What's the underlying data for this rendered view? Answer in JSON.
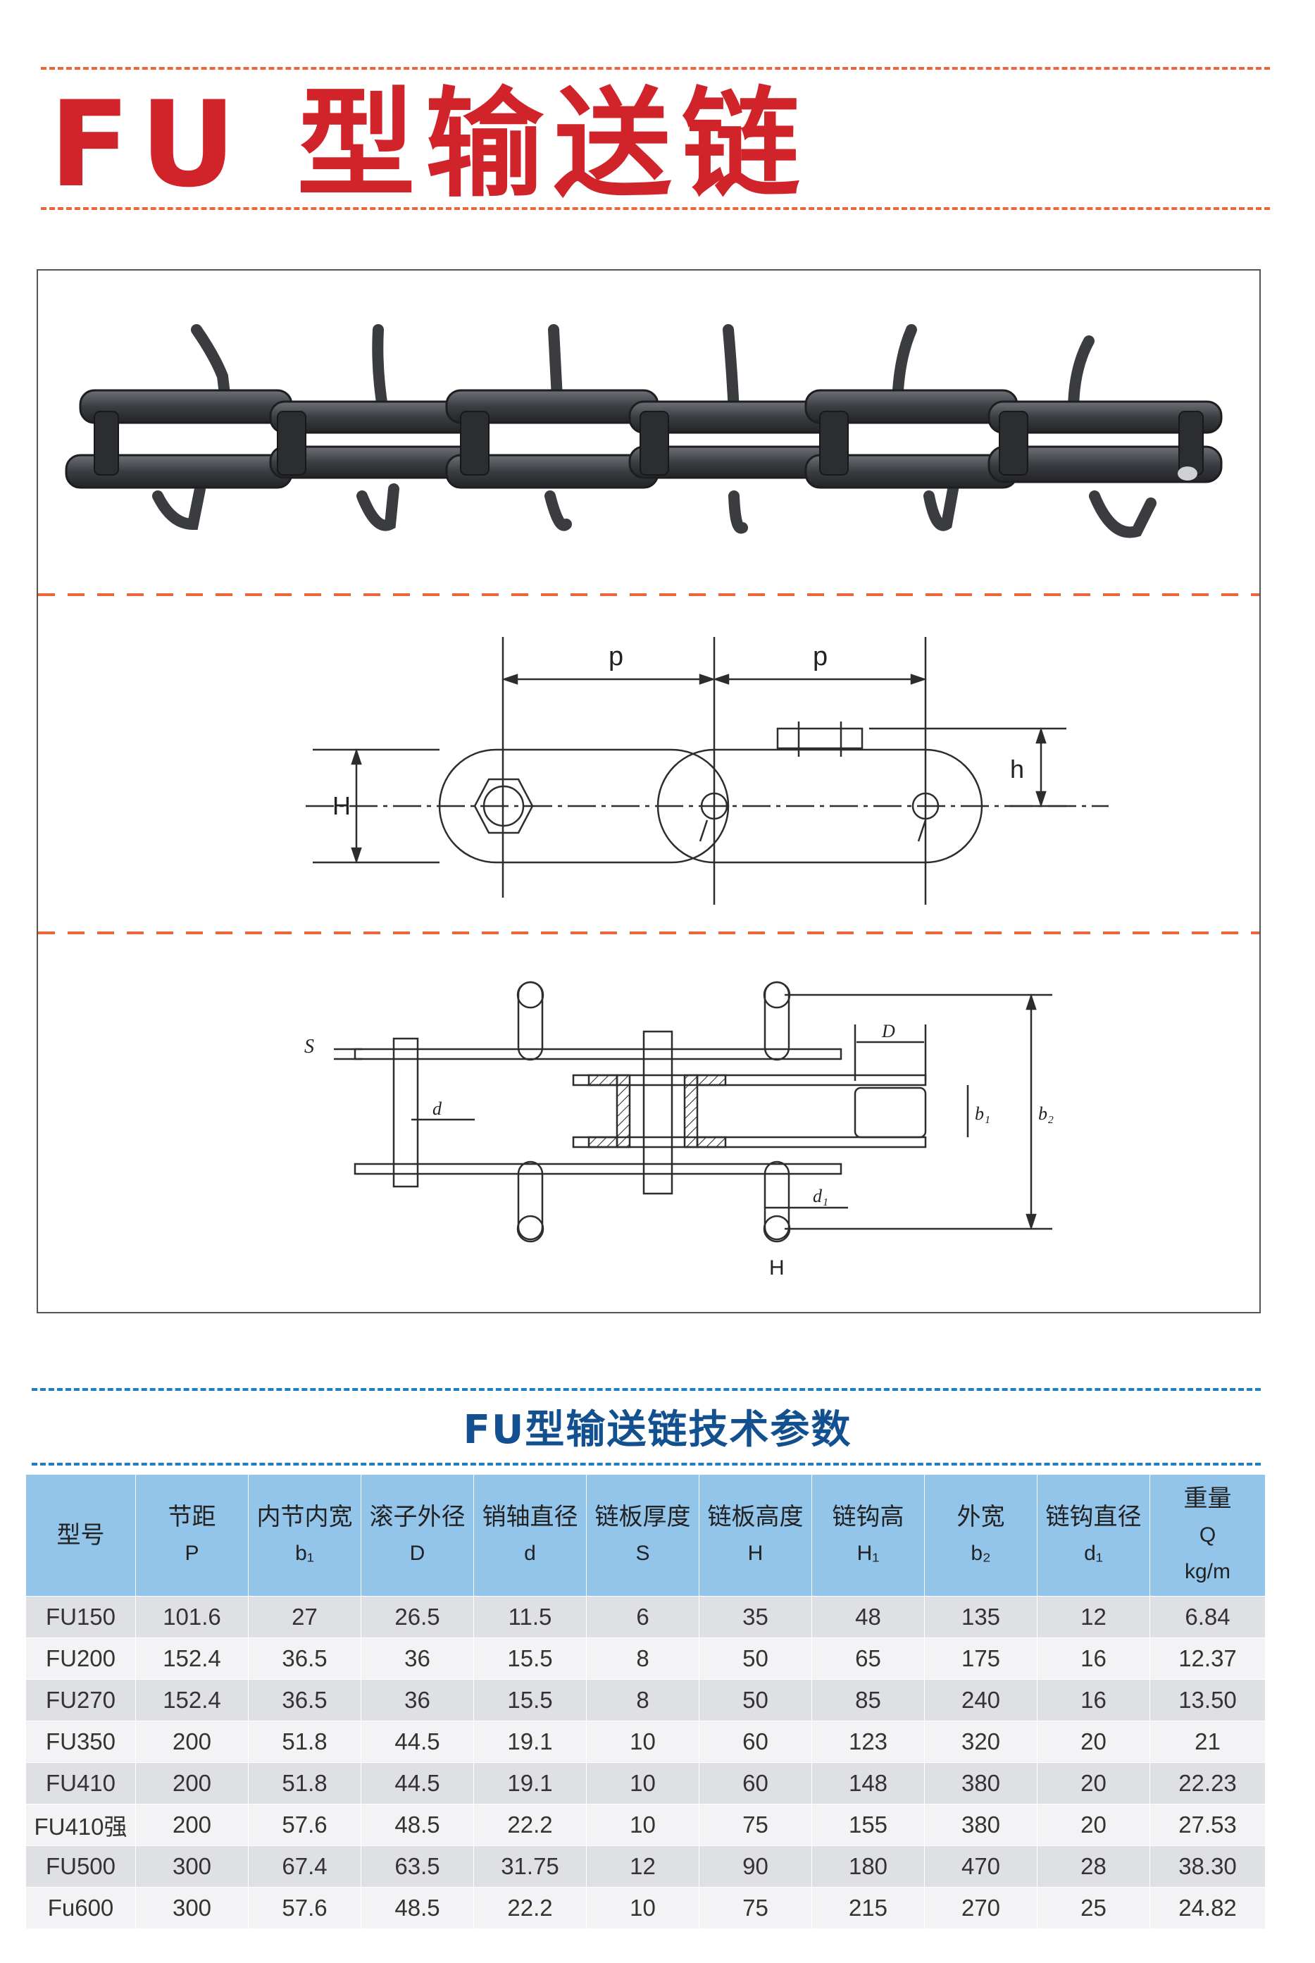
{
  "page": {
    "title": "FU 型输送链",
    "section_title": "FU型输送链技术参数"
  },
  "colors": {
    "title_red": "#d0242a",
    "dash_orange": "#e9673a",
    "dash_blue": "#1f7fc4",
    "header_blue": "#93c4ea",
    "section_blue": "#13508f"
  },
  "drawing": {
    "labels": {
      "pitch_1": "p",
      "pitch_2": "p",
      "height_H": "H",
      "height_h": "h",
      "thickness_S": "S",
      "pin_d": "d",
      "roller_D": "D",
      "inner_width_b1": "b₁",
      "outer_width_b2": "b₂",
      "hook_d1": "d₁",
      "hook_H1": "H"
    }
  },
  "table": {
    "headers": [
      {
        "name": "型号",
        "sym": "",
        "unit": ""
      },
      {
        "name": "节距",
        "sym": "P",
        "unit": ""
      },
      {
        "name": "内节内宽",
        "sym": "b₁",
        "unit": ""
      },
      {
        "name": "滚子外径",
        "sym": "D",
        "unit": ""
      },
      {
        "name": "销轴直径",
        "sym": "d",
        "unit": ""
      },
      {
        "name": "链板厚度",
        "sym": "S",
        "unit": ""
      },
      {
        "name": "链板高度",
        "sym": "H",
        "unit": ""
      },
      {
        "name": "链钩高",
        "sym": "H₁",
        "unit": ""
      },
      {
        "name": "外宽",
        "sym": "b₂",
        "unit": ""
      },
      {
        "name": "链钩直径",
        "sym": "d₁",
        "unit": ""
      },
      {
        "name": "重量",
        "sym": "Q",
        "unit": "kg/m"
      }
    ],
    "rows": [
      [
        "FU150",
        "101.6",
        "27",
        "26.5",
        "11.5",
        "6",
        "35",
        "48",
        "135",
        "12",
        "6.84"
      ],
      [
        "FU200",
        "152.4",
        "36.5",
        "36",
        "15.5",
        "8",
        "50",
        "65",
        "175",
        "16",
        "12.37"
      ],
      [
        "FU270",
        "152.4",
        "36.5",
        "36",
        "15.5",
        "8",
        "50",
        "85",
        "240",
        "16",
        "13.50"
      ],
      [
        "FU350",
        "200",
        "51.8",
        "44.5",
        "19.1",
        "10",
        "60",
        "123",
        "320",
        "20",
        "21"
      ],
      [
        "FU410",
        "200",
        "51.8",
        "44.5",
        "19.1",
        "10",
        "60",
        "148",
        "380",
        "20",
        "22.23"
      ],
      [
        "FU410强",
        "200",
        "57.6",
        "48.5",
        "22.2",
        "10",
        "75",
        "155",
        "380",
        "20",
        "27.53"
      ],
      [
        "FU500",
        "300",
        "67.4",
        "63.5",
        "31.75",
        "12",
        "90",
        "180",
        "470",
        "28",
        "38.30"
      ],
      [
        "Fu600",
        "300",
        "57.6",
        "48.5",
        "22.2",
        "10",
        "75",
        "215",
        "270",
        "25",
        "24.82"
      ]
    ]
  }
}
